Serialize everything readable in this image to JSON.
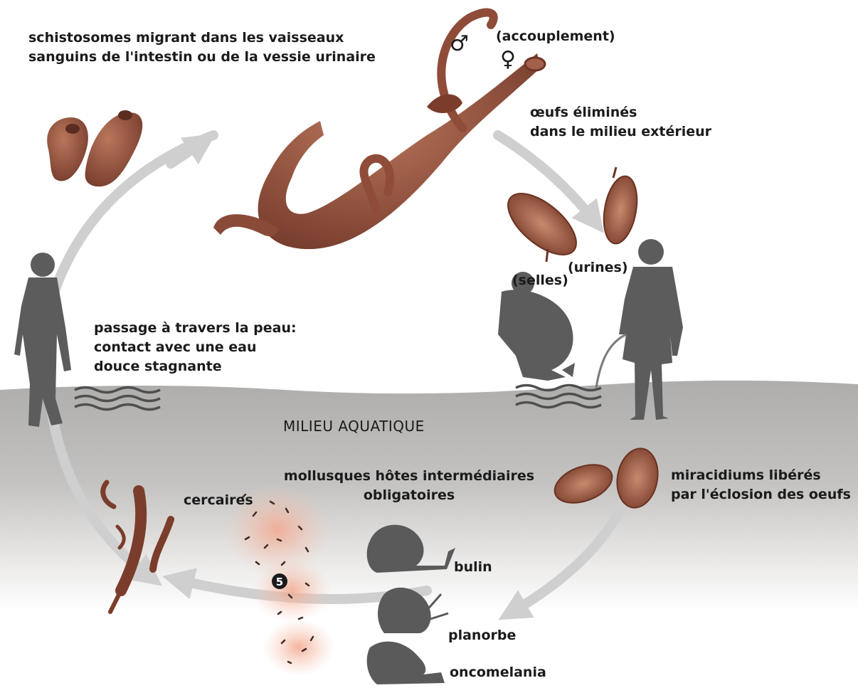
{
  "labels": {
    "migration": [
      "schistosomes  migrant  dans les vaisseaux",
      "sanguins de l'intestin ou de la vessie urinaire"
    ],
    "mating": "(accouplement)",
    "male_symbol": "♂",
    "female_symbol": "♀",
    "eggs": [
      "œufs éliminés",
      "dans le milieu extérieur"
    ],
    "feces": "(selles)",
    "urine": "(urines)",
    "skin": [
      "passage à travers la peau:",
      "contact avec une eau",
      "douce stagnante"
    ],
    "aquatic": "MILIEU AQUATIQUE",
    "molluscs": [
      "mollusques hôtes intermédiaires",
      "obligatoires"
    ],
    "miracidia": [
      "miracidiums libérés",
      "par l'éclosion des oeufs"
    ],
    "cercariae": "cercaires",
    "bulin": "bulin",
    "planorbe": "planorbe",
    "oncomelania": "oncomelania",
    "step_marker": "5"
  },
  "colors": {
    "worm": "#8a4a38",
    "worm_light": "#b06b52",
    "silhouette": "#5f5f5f",
    "water": "#b4b3b1",
    "arrow": "#cfcfcf",
    "text": "#1b1b1b"
  }
}
